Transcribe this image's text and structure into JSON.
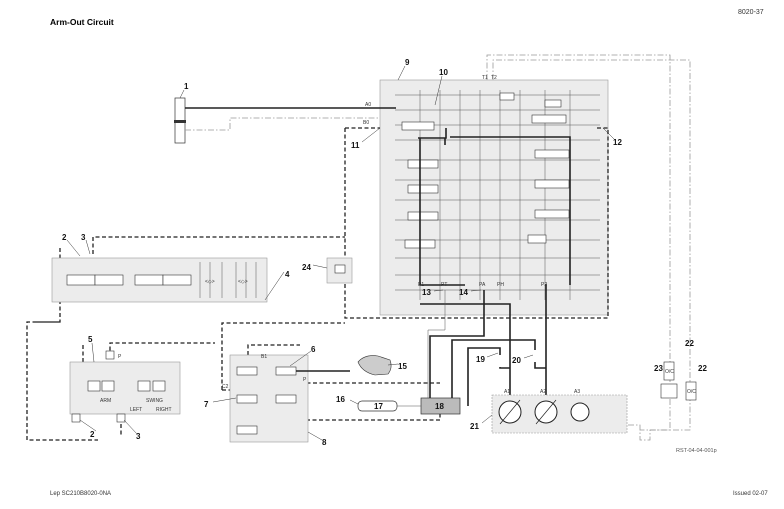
{
  "document": {
    "title": "Arm-Out Circuit",
    "page_number": "8020-37",
    "figure_ref": "RST-04-04-001p",
    "footer_left": "Lep SC210B8020-0NA",
    "footer_right": "Issued 02-07"
  },
  "callouts": [
    "1",
    "2",
    "3",
    "4",
    "5",
    "6",
    "7",
    "8",
    "9",
    "10",
    "11",
    "12",
    "13",
    "14",
    "15",
    "16",
    "17",
    "18",
    "19",
    "20",
    "21",
    "22",
    "23",
    "24",
    "2",
    "3",
    "22"
  ],
  "ports": {
    "a1": "A1",
    "a2": "A2",
    "a3": "A3",
    "p1": "P1",
    "pt": "PT",
    "pa": "PA",
    "ph": "PH",
    "p2": "P2",
    "t1": "T1",
    "t2": "T2",
    "b1": "B1",
    "c2": "C2",
    "p": "P",
    "p5": "P",
    "a0": "A0",
    "b0": "B0"
  },
  "block5_labels": {
    "arm": "ARM",
    "swing": "SWING",
    "left": "LEFT",
    "right": "RIGHT"
  },
  "filter_labels": {
    "oc1": "O/C",
    "oc2": "O/C"
  }
}
